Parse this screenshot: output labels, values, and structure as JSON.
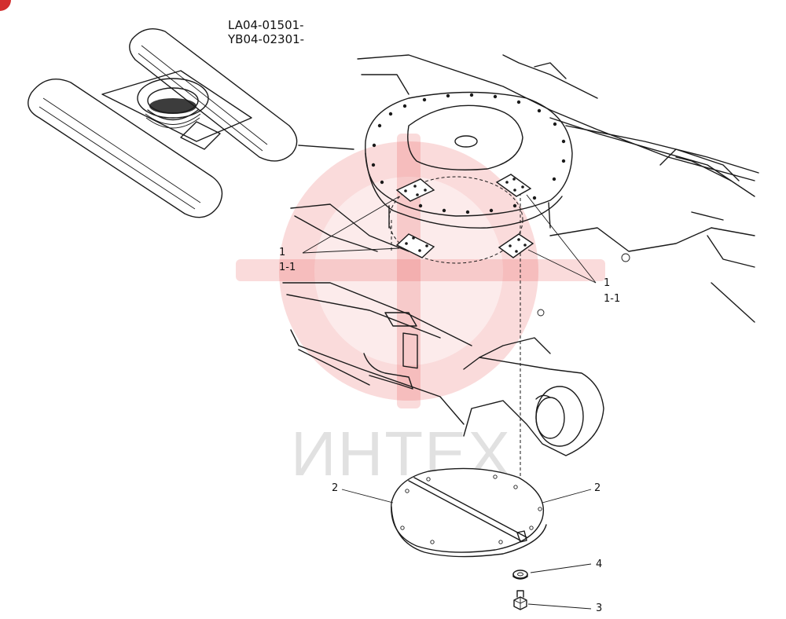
{
  "diagram": {
    "serial_codes": [
      "LA04-01501-",
      "YB04-02301-"
    ],
    "watermark": "ИНТЕХ",
    "colors": {
      "line": "#1a1a1a",
      "watermark": "#e53935",
      "corner_badge": "#d32f2f"
    },
    "callouts": {
      "left_1": "1",
      "left_1_1": "1-1",
      "right_1": "1",
      "right_1_1": "1-1",
      "left_2": "2",
      "right_2": "2",
      "part_4": "4",
      "part_3": "3"
    }
  }
}
